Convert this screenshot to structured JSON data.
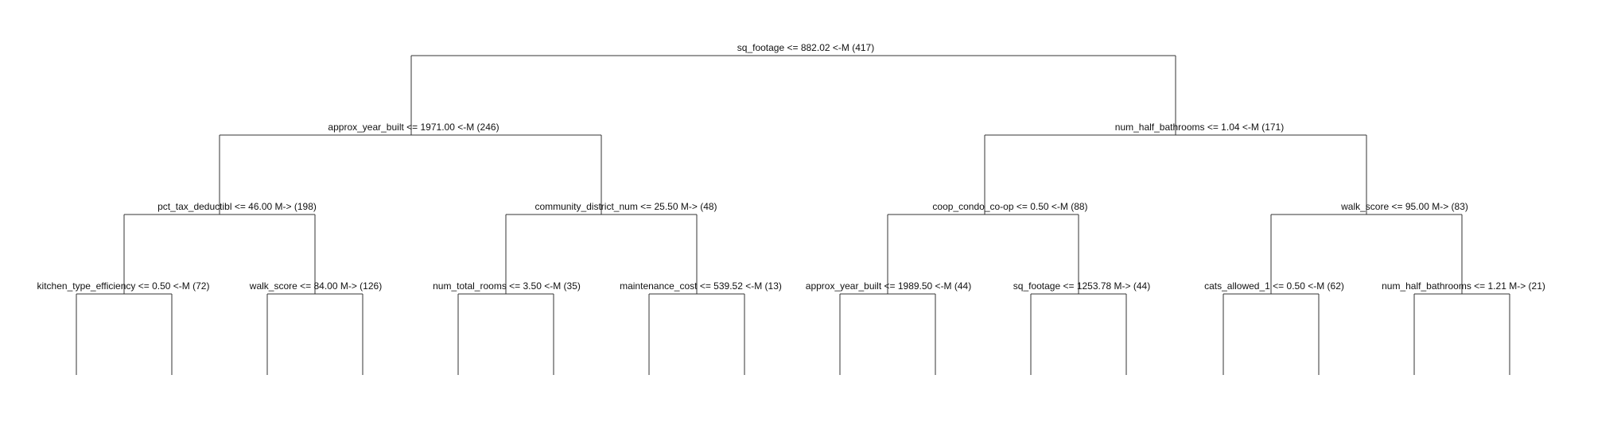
{
  "tree": {
    "nodes": [
      {
        "id": "n1",
        "label": "sq_footage <= 882.02 <-M (417)"
      },
      {
        "id": "n2",
        "label": "approx_year_built <= 1971.00 <-M (246)"
      },
      {
        "id": "n3",
        "label": "num_half_bathrooms <= 1.04 <-M (171)"
      },
      {
        "id": "n4",
        "label": "pct_tax_deductibl <= 46.00 M-> (198)"
      },
      {
        "id": "n5",
        "label": "community_district_num <= 25.50 M-> (48)"
      },
      {
        "id": "n6",
        "label": "coop_condo_co-op <= 0.50 <-M (88)"
      },
      {
        "id": "n7",
        "label": "walk_score <= 95.00 M-> (83)"
      },
      {
        "id": "n8",
        "label": "kitchen_type_efficiency <= 0.50 <-M (72)"
      },
      {
        "id": "n9",
        "label": "walk_score <= 84.00 M-> (126)"
      },
      {
        "id": "n10",
        "label": "num_total_rooms <= 3.50 <-M (35)"
      },
      {
        "id": "n11",
        "label": "maintenance_cost <= 539.52 <-M (13)"
      },
      {
        "id": "n12",
        "label": "approx_year_built <= 1989.50 <-M (44)"
      },
      {
        "id": "n13",
        "label": "sq_footage <= 1253.78 M-> (44)"
      },
      {
        "id": "n14",
        "label": "cats_allowed_1 <= 0.50 <-M (62)"
      },
      {
        "id": "n15",
        "label": "num_half_bathrooms <= 1.21 M-> (21)"
      }
    ]
  }
}
